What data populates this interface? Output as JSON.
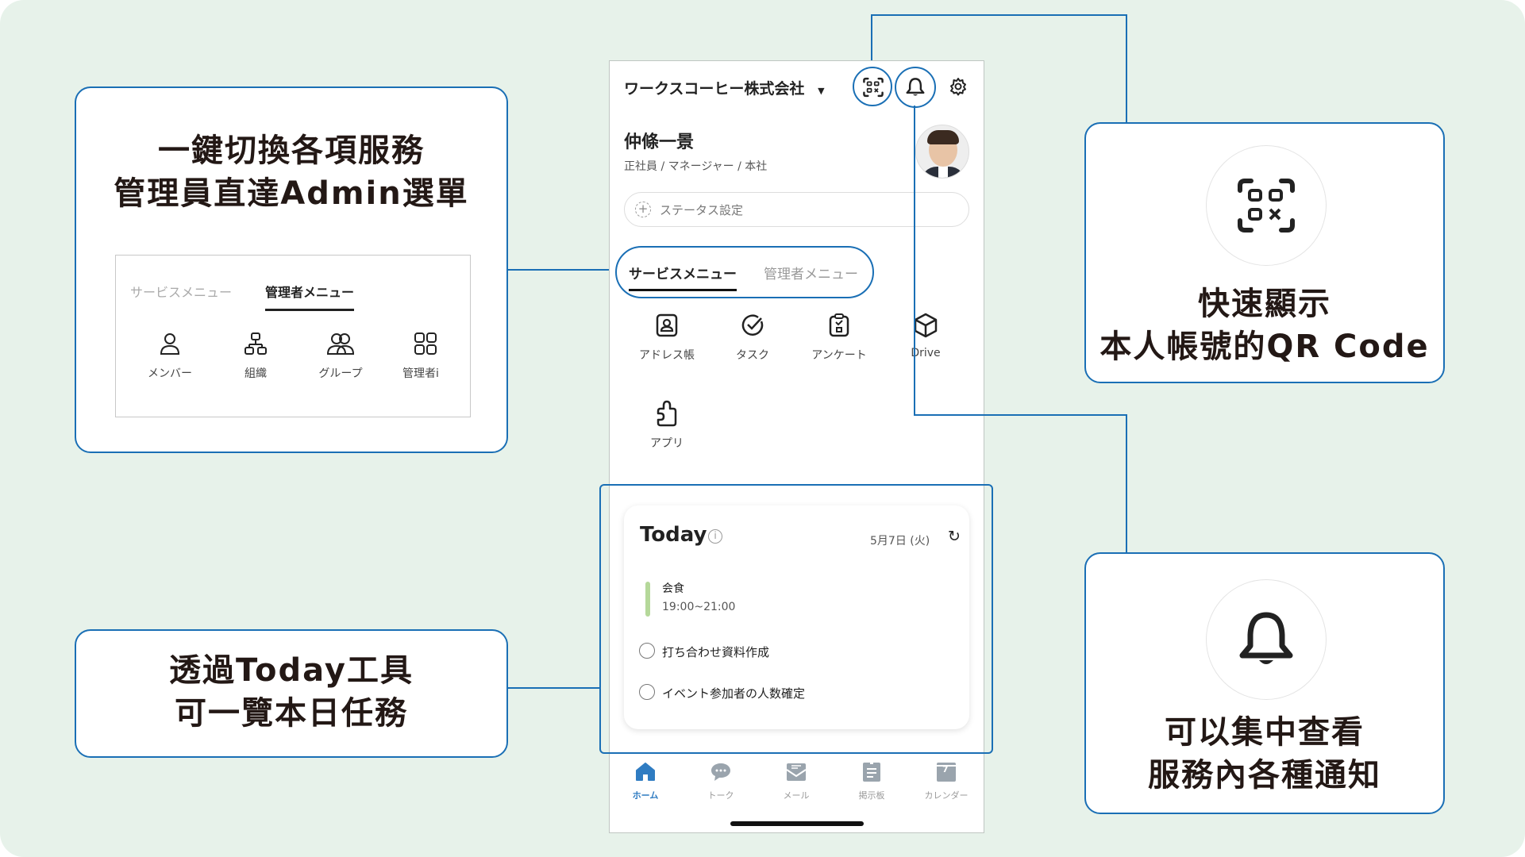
{
  "callouts": {
    "services": {
      "line1": "一鍵切換各項服務",
      "line2": "管理員直達Admin選單",
      "mini_tabs": [
        "サービスメニュー",
        "管理者メニュー"
      ],
      "mini_items": [
        {
          "label": "メンバー",
          "icon": "person-icon"
        },
        {
          "label": "組織",
          "icon": "org-chart-icon"
        },
        {
          "label": "グループ",
          "icon": "group-icon"
        },
        {
          "label": "管理者i",
          "icon": "grid-icon"
        }
      ]
    },
    "today": {
      "line1": "透過Today工具",
      "line2": "可一覽本日任務"
    },
    "qr": {
      "line1": "快速顯示",
      "line2": "本人帳號的QR Code"
    },
    "notify": {
      "line1": "可以集中查看",
      "line2": "服務內各種通知"
    }
  },
  "phone": {
    "company": "ワークスコーヒー株式会社",
    "user_name": "仲條一景",
    "user_info": "正社員 / マネージャー / 本社",
    "status_placeholder": "ステータス設定",
    "tabs": [
      "サービスメニュー",
      "管理者メニュー"
    ],
    "services": [
      {
        "label": "アドレス帳",
        "icon": "address-book-icon"
      },
      {
        "label": "タスク",
        "icon": "task-check-icon"
      },
      {
        "label": "アンケート",
        "icon": "survey-icon"
      },
      {
        "label": "Drive",
        "icon": "drive-box-icon"
      },
      {
        "label": "アプリ",
        "icon": "puzzle-icon"
      }
    ],
    "today": {
      "title": "Today",
      "date": "5月7日 (火)",
      "event": {
        "title": "会食",
        "time": "19:00~21:00",
        "color": "#b5d89a"
      },
      "tasks": [
        "打ち合わせ資料作成",
        "イベント参加者の人数確定"
      ]
    },
    "nav": [
      {
        "label": "ホーム",
        "icon": "home-icon",
        "active": true
      },
      {
        "label": "トーク",
        "icon": "chat-icon"
      },
      {
        "label": "メール",
        "icon": "mail-icon"
      },
      {
        "label": "掲示板",
        "icon": "board-icon"
      },
      {
        "label": "カレンダー",
        "icon": "calendar-icon",
        "badge": "7"
      }
    ]
  },
  "colors": {
    "accent": "#1a6fb5",
    "background": "#e7f2ea",
    "nav_active": "#2f7cc2"
  }
}
